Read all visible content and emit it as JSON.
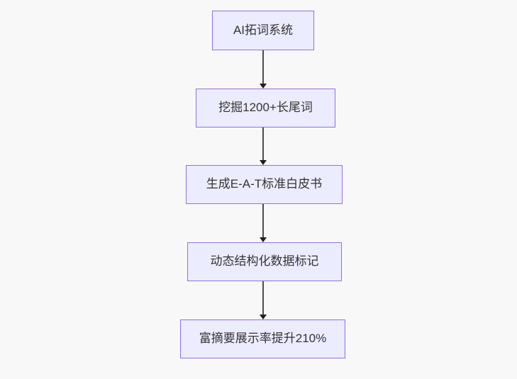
{
  "diagram": {
    "type": "flowchart",
    "direction": "top-down",
    "nodes": [
      {
        "id": "A",
        "label": "AI拓词系统"
      },
      {
        "id": "B",
        "label": "挖掘1200+长尾词"
      },
      {
        "id": "C",
        "label": "生成E-A-T标准白皮书"
      },
      {
        "id": "D",
        "label": "动态结构化数据标记"
      },
      {
        "id": "E",
        "label": "富摘要展示率提升210%"
      }
    ],
    "edges": [
      {
        "from": "A",
        "to": "B",
        "style": "arrow-down"
      },
      {
        "from": "B",
        "to": "C",
        "style": "arrow-down"
      },
      {
        "from": "C",
        "to": "D",
        "style": "arrow-down"
      },
      {
        "from": "D",
        "to": "E",
        "style": "arrow-down"
      }
    ],
    "colors": {
      "background": "#f8f8f8",
      "node_fill": "#ECECFF",
      "node_border": "#9370DB",
      "edge": "#4d4d4d",
      "edge_head": "#1f1f1f",
      "text": "#333333"
    }
  }
}
